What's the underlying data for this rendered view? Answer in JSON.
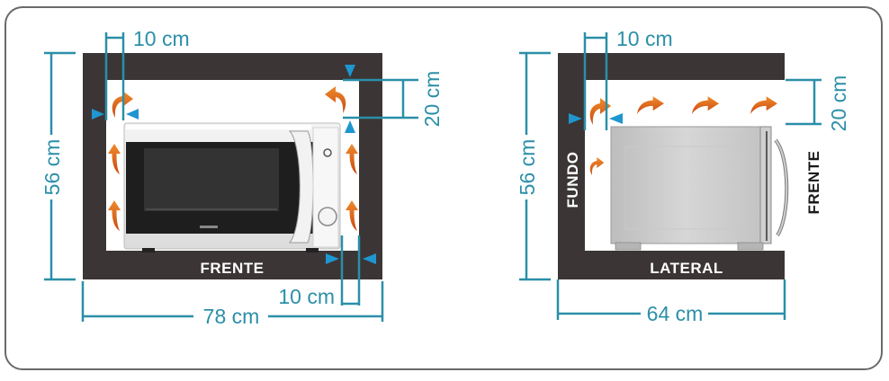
{
  "diagram": {
    "title": "Microwave installation clearance diagram",
    "colors": {
      "dimension": "#2b8fa8",
      "wall": "#3b3536",
      "airflow_arrow": "#e2681c",
      "frame_border": "#6a6a6a"
    }
  },
  "front_view": {
    "label": "FRENTE",
    "width_label": "78 cm",
    "height_label": "56 cm",
    "top_left_gap_label": "10 cm",
    "top_gap_label": "20 cm",
    "side_gap_label": "10 cm"
  },
  "side_view": {
    "label": "LATERAL",
    "back_label": "FUNDO",
    "front_label": "FRENTE",
    "width_label": "64 cm",
    "height_label": "56 cm",
    "back_gap_label": "10 cm",
    "top_gap_label": "20 cm"
  }
}
